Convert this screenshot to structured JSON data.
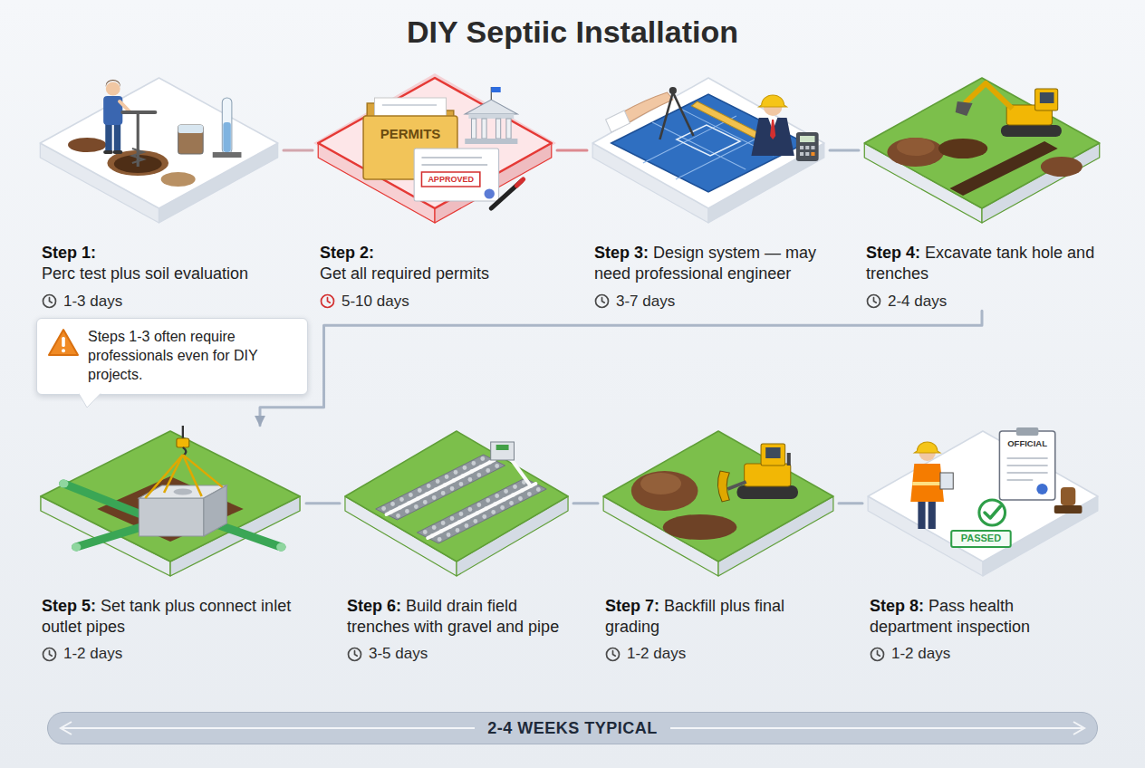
{
  "diagram": {
    "title": "DIY Septiic Installation",
    "nodes": [
      {
        "text": [
          "Step 1:",
          "Perc test plus soil evaluation",
          "1-3 days"
        ]
      },
      {
        "text": [
          "Step 2:",
          "Get all required permits",
          "5-10 days"
        ]
      },
      {
        "text": [
          "Step 3:",
          "Design system — may need professional engineer",
          "3-7 days"
        ]
      },
      {
        "text": [
          "Step 4:",
          "Excavate tank hole and trenches",
          "2-4 days"
        ]
      },
      {
        "text": [
          "Step 5:",
          "Set tank plus connect inlet outlet pipes",
          "1-2 days"
        ]
      },
      {
        "text": [
          "Step 6:",
          "Build drain field trenches with gravel and pipe",
          "3-5 days"
        ]
      },
      {
        "text": [
          "Step 7:",
          "Backfill plus final grading",
          "1-2 days"
        ]
      },
      {
        "text": [
          "Step 8:",
          "Pass health department inspection",
          "1-2 days"
        ]
      },
      {
        "text": [
          "Steps 1-3 often require professionals even for DIY projects."
        ]
      },
      {
        "text": [
          "2-4 WEEKS TYPICAL"
        ]
      }
    ],
    "edges": [
      {
        "from": 0,
        "to": 1,
        "arrow": "none"
      },
      {
        "from": 1,
        "to": 2,
        "arrow": "none"
      },
      {
        "from": 2,
        "to": 3,
        "arrow": "none"
      },
      {
        "from": 3,
        "to": 4,
        "arrow": "to"
      },
      {
        "from": 4,
        "to": 5,
        "arrow": "none"
      },
      {
        "from": 5,
        "to": 6,
        "arrow": "none"
      },
      {
        "from": 6,
        "to": 7,
        "arrow": "none"
      }
    ],
    "labels": [
      "PERMITS",
      "APPROVED",
      "OFFICIAL",
      "PASSED"
    ]
  }
}
